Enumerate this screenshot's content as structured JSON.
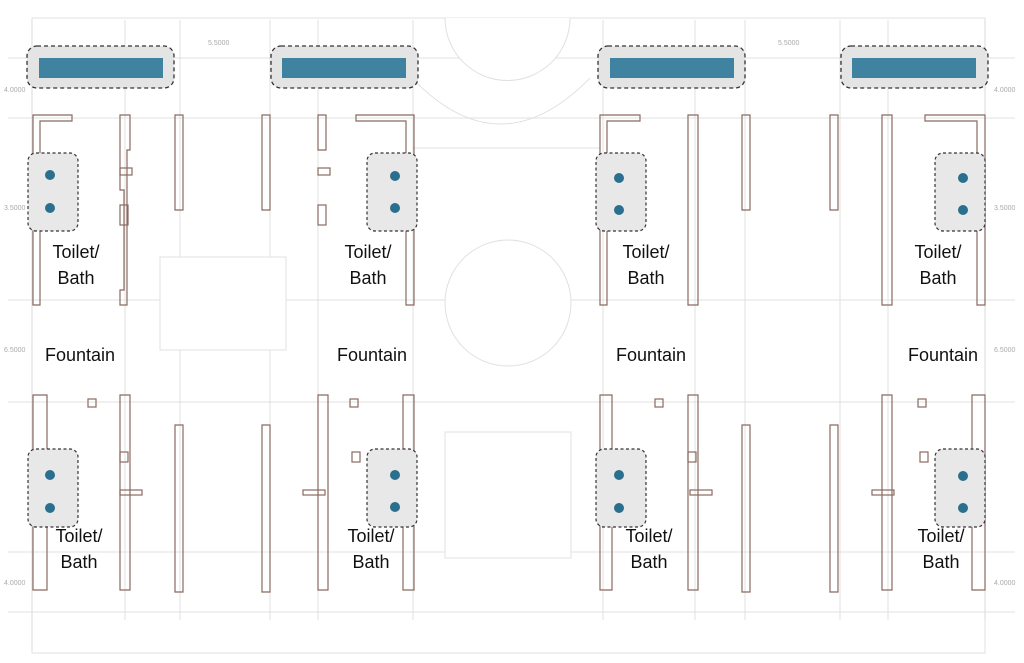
{
  "plan": {
    "units": [
      {
        "top_labels": [
          "Toilet/\nBath",
          "Toilet/\nBath"
        ],
        "mid_labels": [
          "Fountain",
          "Fountain"
        ],
        "bottom_labels": [
          "Toilet/\nBath",
          "Toilet/\nBath"
        ]
      },
      {
        "top_labels": [
          "Toilet/\nBath",
          "Toilet/\nBath"
        ],
        "mid_labels": [
          "Fountain",
          "Fountain"
        ],
        "bottom_labels": [
          "Toilet/\nBath",
          "Toilet/\nBath"
        ]
      }
    ],
    "dimension_labels": [
      "5.5000",
      "5.5000",
      "4.0000",
      "4.0000",
      "6.5000",
      "6.5000",
      "3.5000",
      "3.5000",
      "4.0000",
      "4.0000"
    ],
    "colors": {
      "wall": "#8a6a60",
      "water": "#3f83a0",
      "fixture": "#2a6f8d",
      "cluster_fill": "#e8e8e8",
      "guide": "#d9d9d9"
    }
  }
}
